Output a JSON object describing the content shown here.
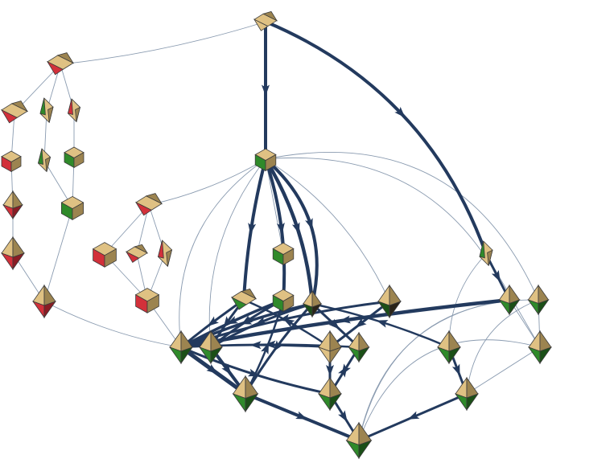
{
  "title": "",
  "colors": {
    "background": "#ffffff",
    "thin_edge": "#8a9bb0",
    "thick_edge": "#233a5e",
    "face_tan": "#dfc183",
    "face_tan_dark": "#9c8450",
    "face_green": "#2f8a2a",
    "face_green_dark": "#1b4f17",
    "face_red": "#d2303a",
    "face_red_dark": "#8a1c24",
    "outline": "#3b3b3b"
  },
  "node_kinds": [
    "flat",
    "cube",
    "shard",
    "bipyramid"
  ],
  "node_count": 40,
  "thick_edge_count": 41,
  "thin_edge_count": 38
}
